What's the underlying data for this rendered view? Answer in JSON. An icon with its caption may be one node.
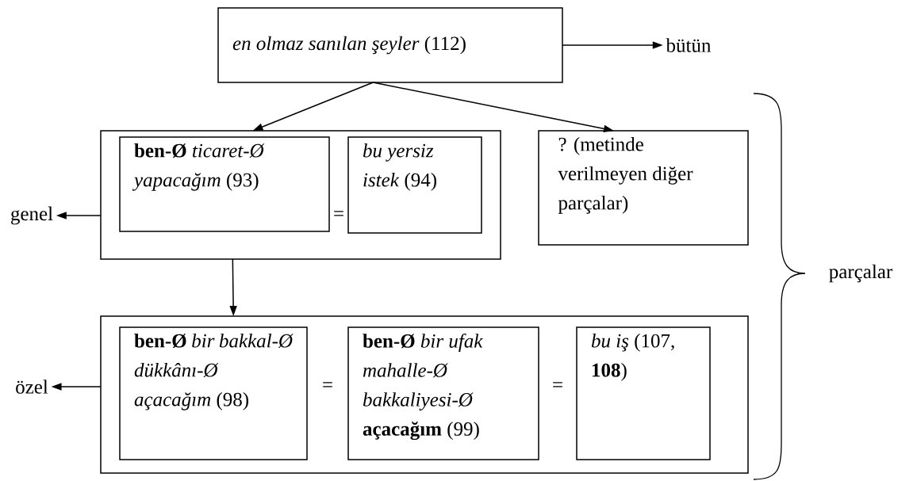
{
  "diagram": {
    "nodes": [
      {
        "text": [
          "*en olmaz sanılan şeyler* (112)"
        ]
      },
      {
        "text": [],
        "shape": "box"
      },
      {
        "text": [
          "**ben-Ø** *ticaret-Ø yapacağım* (93)"
        ],
        "in": 1
      },
      {
        "text": [
          "*bu yersiz istek* (94)"
        ],
        "in": 1
      },
      {
        "text": [
          "? (metinde verilmeyen diğer parçalar)"
        ]
      },
      {
        "text": [],
        "shape": "box"
      },
      {
        "text": [
          "**ben-Ø** *bir bakkal-Ø dükkânı-Ø açacağım* (98)"
        ],
        "in": 5
      },
      {
        "text": [
          "**ben-Ø** *bir ufak mahalle-Ø bakkaliyesi-Ø* **açacağım** (99)"
        ],
        "in": 5
      },
      {
        "text": [
          "*bu iş* (107, **108**)"
        ],
        "in": 5
      },
      {
        "text": [
          "bütün"
        ]
      },
      {
        "text": [
          "genel"
        ]
      },
      {
        "text": [
          "özel"
        ]
      }
    ],
    "edges": [
      {
        "from": 0,
        "to": 9,
        "arrow": "to"
      },
      {
        "from": 0,
        "to": 1,
        "arrow": "to"
      },
      {
        "from": 0,
        "to": 4,
        "arrow": "to"
      },
      {
        "from": 1,
        "to": 10,
        "arrow": "to"
      },
      {
        "from": 1,
        "to": 5,
        "arrow": "to"
      },
      {
        "from": 5,
        "to": 11,
        "arrow": "to"
      }
    ],
    "labels": [
      "=",
      "parçalar",
      "=",
      "="
    ]
  }
}
